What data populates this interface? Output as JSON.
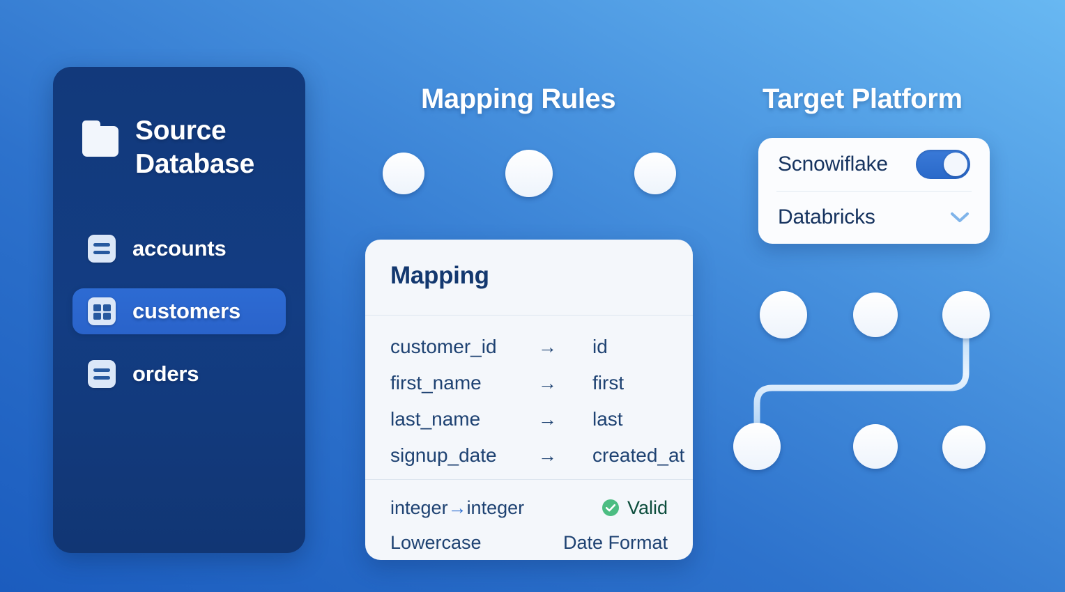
{
  "headings": {
    "mapping_rules": "Mapping Rules",
    "target_platform": "Target Platform"
  },
  "sidebar": {
    "title": "Source\nDatabase",
    "folder_icon": "folder-icon",
    "tables": [
      {
        "label": "accounts",
        "icon": "list-rows-icon",
        "active": false
      },
      {
        "label": "customers",
        "icon": "grid-icon",
        "active": true
      },
      {
        "label": "orders",
        "icon": "list-rows-icon",
        "active": false
      }
    ]
  },
  "mapping_card": {
    "title": "Mapping",
    "arrow": "→",
    "rows": [
      {
        "source": "customer_id",
        "target": "id"
      },
      {
        "source": "first_name",
        "target": "first"
      },
      {
        "source": "last_name",
        "target": "last"
      },
      {
        "source": "signup_date",
        "target": "created_at"
      }
    ],
    "footer": {
      "type_from": "integer",
      "type_arrow": "→",
      "type_to": "integer",
      "status_label": "Valid",
      "status_icon": "check-circle-icon",
      "status_color": "#4cbd82",
      "rule_left": "Lowercase",
      "rule_right": "Date Format"
    }
  },
  "target_card": {
    "rows": [
      {
        "label": "Scnowiflake",
        "control": "toggle",
        "toggle_on": true
      },
      {
        "label": "Databricks",
        "control": "chevron",
        "toggle_on": false
      }
    ]
  },
  "colors": {
    "bg_dark": "#1b5cbe",
    "bg_light": "#68b8f2",
    "sidebar": "#12397b",
    "active_pill": "#2d6bd3",
    "card": "#f4f7fb",
    "text_navy": "#1e4272",
    "valid_green": "#4cbd82"
  },
  "graph": {
    "top_cluster_nodes": 3,
    "right_top_nodes": 3,
    "right_bottom_nodes": 3
  }
}
